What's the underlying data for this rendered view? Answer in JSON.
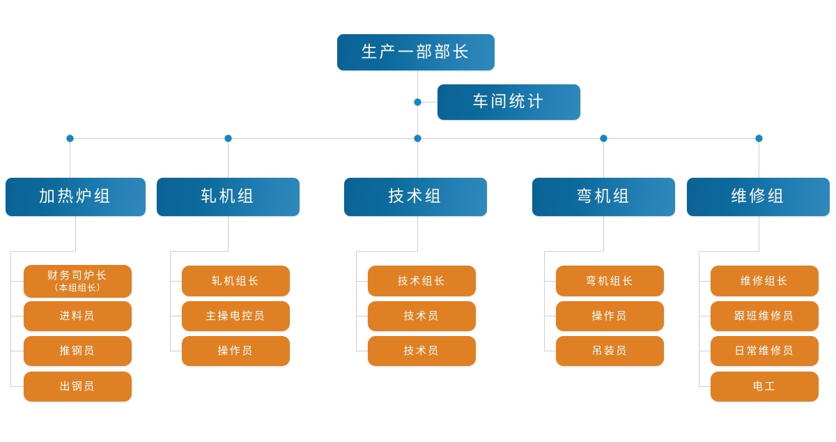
{
  "diagram": {
    "title_text": "生产一部部长",
    "type": "organization-chart",
    "colors": {
      "blue_dark": "#0b6194",
      "blue_light": "#3088bb",
      "orange": "#df8024",
      "line": "#cfcfcf",
      "dot": "#1b84bf",
      "text": "#ffffff",
      "background": "#ffffff"
    },
    "root": {
      "label": "生产一部部长"
    },
    "staff": {
      "label": "车间统计"
    },
    "groups": [
      {
        "label": "加热炉组",
        "members": [
          {
            "label": "财务司炉长（本组组长）",
            "line1": "财务司炉长",
            "line2": "（本组组长）",
            "two_line": true
          },
          {
            "label": "进料员",
            "two_line": false
          },
          {
            "label": "推钢员",
            "two_line": false
          },
          {
            "label": "出钢员",
            "two_line": false
          }
        ]
      },
      {
        "label": "轧机组",
        "members": [
          {
            "label": "轧机组长",
            "two_line": false
          },
          {
            "label": "主操电控员",
            "two_line": false
          },
          {
            "label": "操作员",
            "two_line": false
          }
        ]
      },
      {
        "label": "技术组",
        "members": [
          {
            "label": "技术组长",
            "two_line": false
          },
          {
            "label": "技术员",
            "two_line": false
          },
          {
            "label": "技术员",
            "two_line": false
          }
        ]
      },
      {
        "label": "弯机组",
        "members": [
          {
            "label": "弯机组长",
            "two_line": false
          },
          {
            "label": "操作员",
            "two_line": false
          },
          {
            "label": "吊装员",
            "two_line": false
          }
        ]
      },
      {
        "label": "维修组",
        "members": [
          {
            "label": "维修组长",
            "two_line": false
          },
          {
            "label": "跟班维修员",
            "two_line": false
          },
          {
            "label": "日常维修员",
            "two_line": false
          },
          {
            "label": "电工",
            "two_line": false
          }
        ]
      }
    ]
  }
}
